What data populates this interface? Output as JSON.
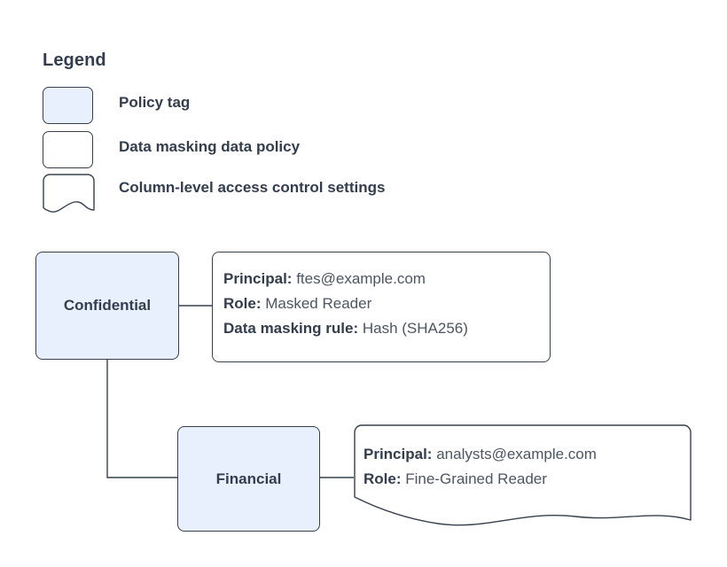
{
  "legend": {
    "title": "Legend",
    "items": [
      {
        "shape": "rounded-rect-filled",
        "label": "Policy tag",
        "fill": "#e8f0fe"
      },
      {
        "shape": "rounded-rect",
        "label": "Data masking data policy",
        "fill": "#ffffff"
      },
      {
        "shape": "document-wavy-bottom",
        "label": "Column-level access control settings",
        "fill": "#ffffff"
      }
    ]
  },
  "diagram": {
    "nodes": [
      {
        "id": "confidential",
        "label": "Confidential",
        "fill": "#e8f0fe"
      },
      {
        "id": "financial",
        "label": "Financial",
        "fill": "#e8f0fe"
      }
    ],
    "callouts": [
      {
        "id": "confidential-policy",
        "shape": "rounded-rect",
        "lines": [
          {
            "key": "Principal:",
            "value": "ftes@example.com"
          },
          {
            "key": "Role:",
            "value": "Masked Reader"
          },
          {
            "key": "Data masking rule:",
            "value": "Hash (SHA256)"
          }
        ]
      },
      {
        "id": "financial-policy",
        "shape": "document-wavy-bottom",
        "lines": [
          {
            "key": "Principal:",
            "value": "analysts@example.com"
          },
          {
            "key": "Role:",
            "value": "Fine-Grained Reader"
          }
        ]
      }
    ]
  },
  "colors": {
    "policy_tag_fill": "#e8f0fe",
    "stroke": "#37404e",
    "text": "#333d4d",
    "value_text": "#4c5562",
    "background": "#ffffff"
  }
}
